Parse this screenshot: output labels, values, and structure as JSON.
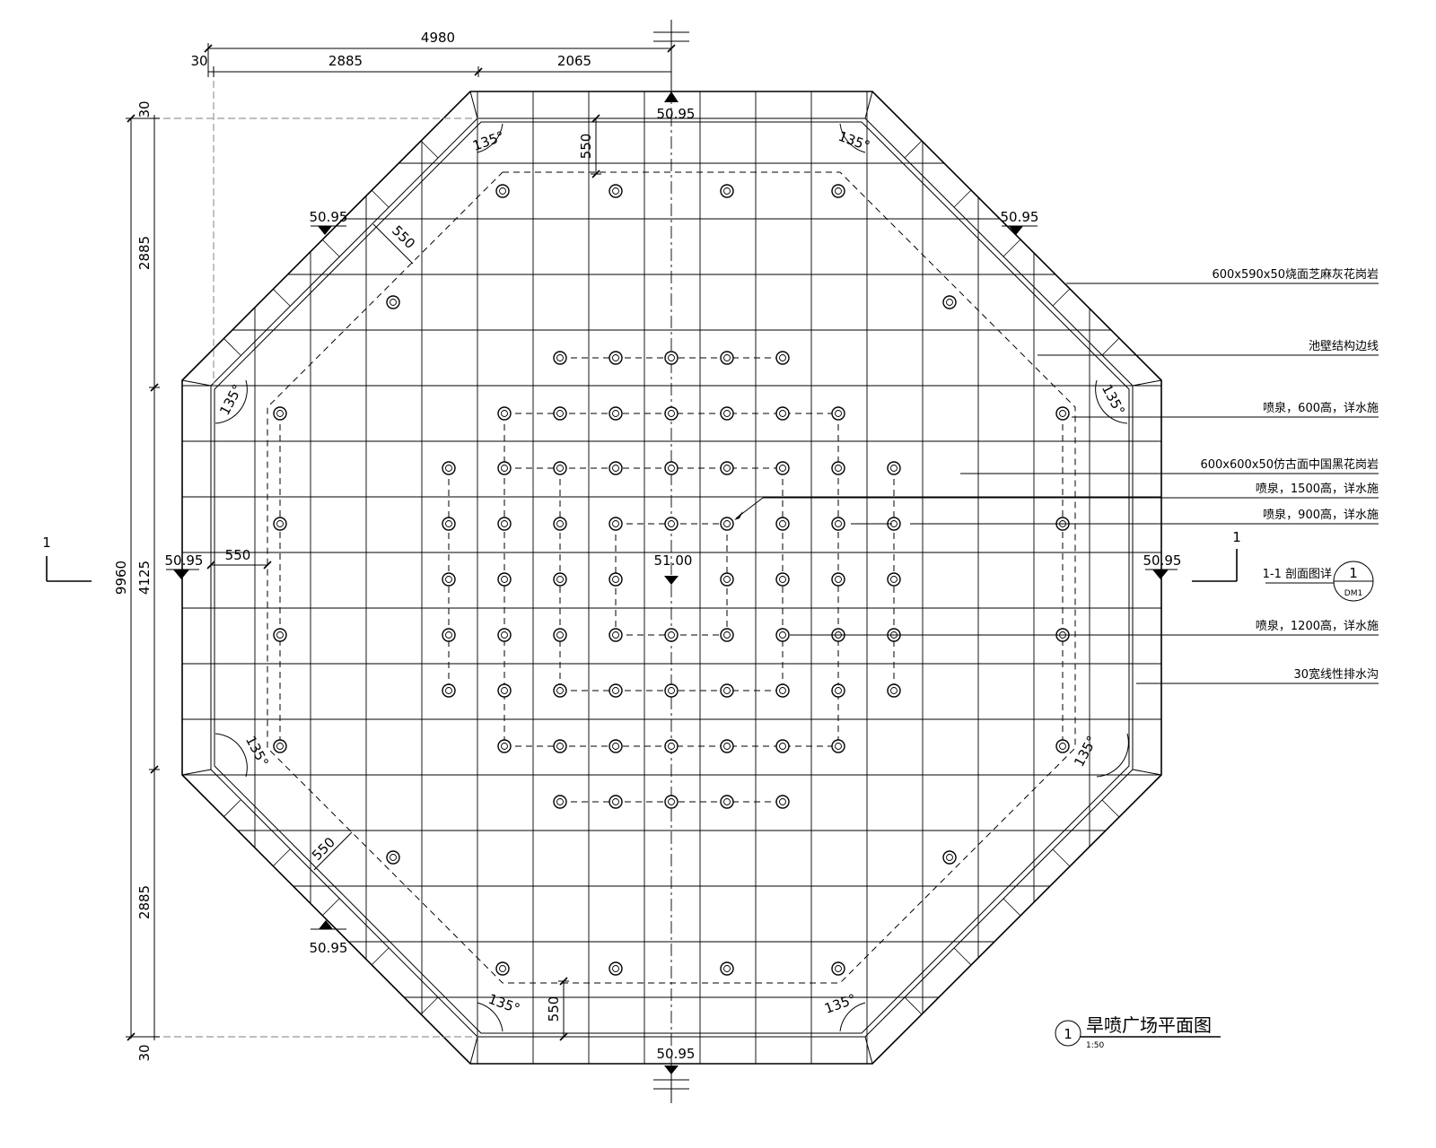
{
  "title": {
    "index": "1",
    "name": "旱喷广场平面图",
    "scale": "1:50"
  },
  "dimensions": {
    "total_width": "4980",
    "offset": "30",
    "left_part": "2885",
    "right_part": "2065",
    "total_height": "9960",
    "top_segment": "2885",
    "mid_segment": "4125",
    "bottom_segment": "2885",
    "top_offset": "30",
    "bottom_offset": "30",
    "top_inset": "550",
    "bottom_inset": "550",
    "left_inset": "550",
    "diag_inset_top": "550",
    "diag_inset_bottom": "550"
  },
  "elevations": {
    "top": "50.95",
    "top_left": "50.95",
    "top_right": "50.95",
    "left": "50.95",
    "right": "50.95",
    "center": "51.00",
    "bottom_left": "50.95",
    "bottom": "50.95"
  },
  "angles": {
    "tl_top": "135°",
    "tr_top": "135°",
    "tl_side": "135°",
    "tr_side": "135°",
    "bl_side": "135°",
    "br_side": "135°",
    "bl_bottom": "135°",
    "br_bottom": "135°"
  },
  "section": {
    "left_mark": "1",
    "right_mark": "1",
    "bubble_top": "1",
    "bubble_bottom": "DM1"
  },
  "notes": [
    "600x590x50烧面芝麻灰花岗岩",
    "池壁结构边线",
    "喷泉，600高，详水施",
    "600x600x50仿古面中国黑花岗岩",
    "喷泉，1500高，详水施",
    "喷泉，900高，详水施",
    "1-1 剖面图详",
    "喷泉，1200高，详水施",
    "30宽线性排水沟"
  ]
}
